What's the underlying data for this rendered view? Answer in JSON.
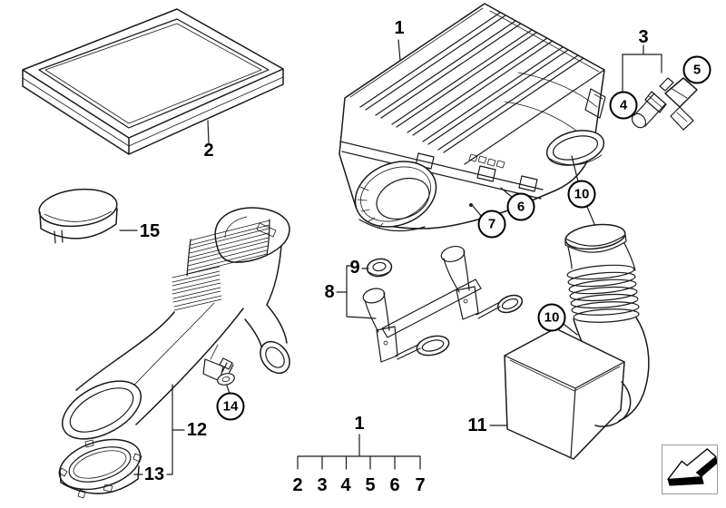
{
  "colors": {
    "line": "#1a1a1a",
    "background": "#ffffff",
    "box_border": "#9a9a9a"
  },
  "callouts": {
    "housing": {
      "label": "1"
    },
    "filter_element": {
      "label": "2"
    },
    "sensor_group": {
      "label": "3"
    },
    "sensor_left": {
      "label": "4"
    },
    "sensor_right": {
      "label": "5"
    },
    "clip_6": {
      "label": "6"
    },
    "clip_7": {
      "label": "7"
    },
    "bracket": {
      "label": "8"
    },
    "grommet": {
      "label": "9"
    },
    "hose_top": {
      "label": "10"
    },
    "hose_mid": {
      "label": "10"
    },
    "resonator": {
      "label": "11"
    },
    "intake_duct": {
      "label": "12"
    },
    "sealing_ring": {
      "label": "13"
    },
    "bolt": {
      "label": "14"
    },
    "cap": {
      "label": "15"
    }
  },
  "legend": {
    "parent_label": "1",
    "child_labels": [
      "2",
      "3",
      "4",
      "5",
      "6",
      "7"
    ]
  },
  "direction_indicator": {
    "icon": "travel-direction-arrow"
  }
}
